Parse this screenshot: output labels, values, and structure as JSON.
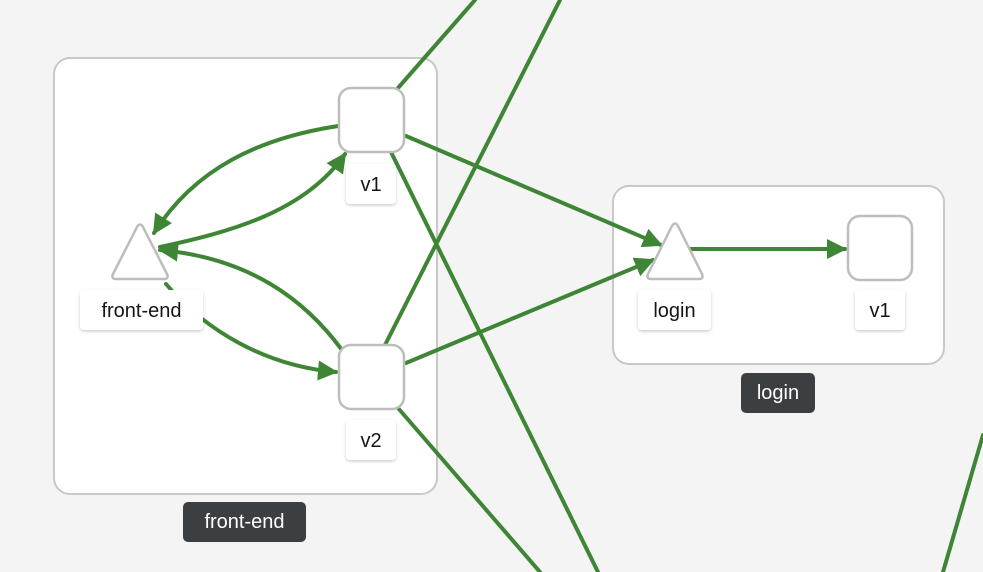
{
  "groups": {
    "frontend": {
      "label": "front-end"
    },
    "login": {
      "label": "login"
    }
  },
  "nodes": {
    "frontend_service": {
      "label": "front-end",
      "icon": "service-triangle-icon"
    },
    "frontend_v1": {
      "label": "v1",
      "icon": "workload-square-icon"
    },
    "frontend_v2": {
      "label": "v2",
      "icon": "workload-square-icon"
    },
    "login_service": {
      "label": "login",
      "icon": "service-triangle-icon"
    },
    "login_v1": {
      "label": "v1",
      "icon": "workload-square-icon"
    }
  },
  "colors": {
    "edge": "#3e8635",
    "background": "#f4f4f4",
    "group_label_bg": "#3c3f42",
    "node_border": "#bdbdbd"
  }
}
